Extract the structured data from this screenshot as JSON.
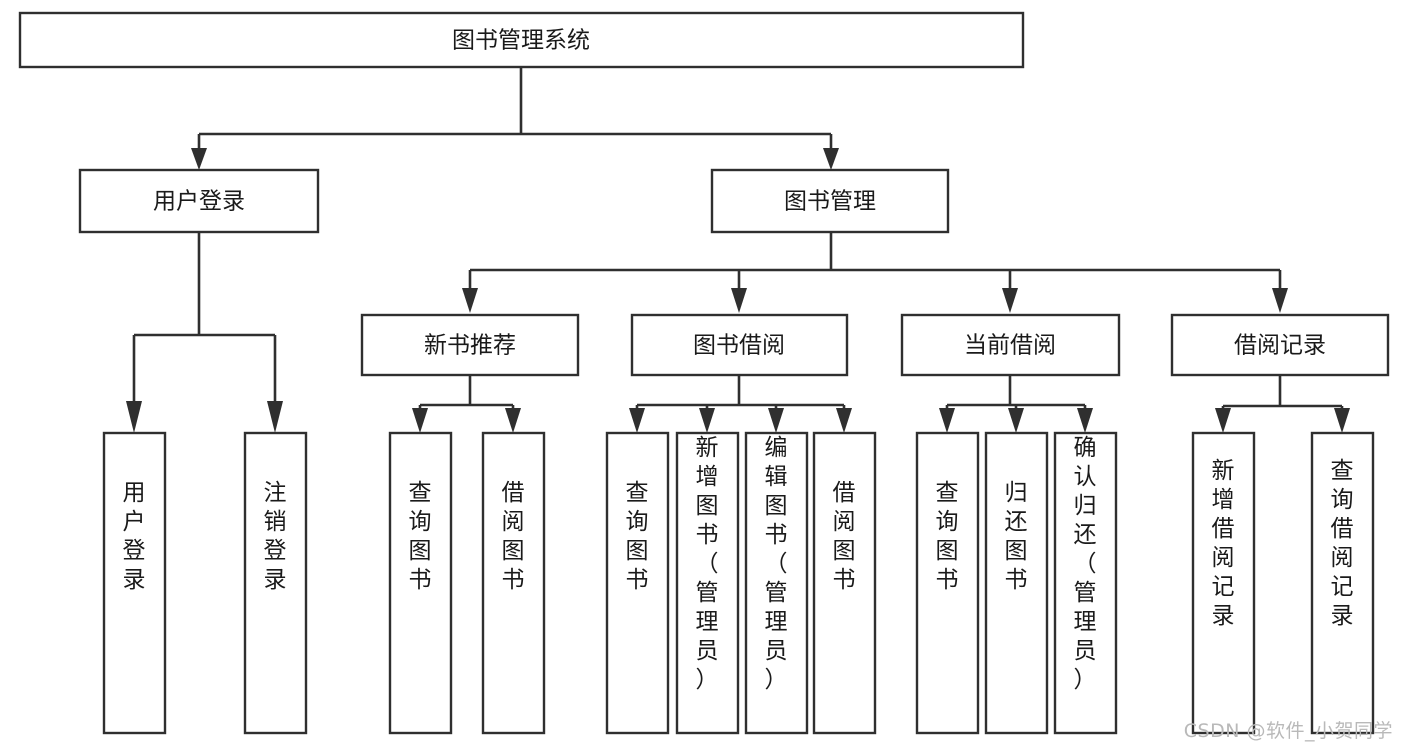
{
  "diagram": {
    "title": "图书管理系统",
    "type": "tree-hierarchy-chart",
    "watermark": "CSDN @软件_小贺同学",
    "nodes": {
      "root": {
        "label": "图书管理系统"
      },
      "level2": [
        {
          "label": "用户登录"
        },
        {
          "label": "图书管理"
        }
      ],
      "level3": [
        {
          "label": "新书推荐"
        },
        {
          "label": "图书借阅"
        },
        {
          "label": "当前借阅"
        },
        {
          "label": "借阅记录"
        }
      ],
      "leaves": {
        "user_login": [
          {
            "label": "用户登录"
          },
          {
            "label": "注销登录"
          }
        ],
        "new_book": [
          {
            "label": "查询图书"
          },
          {
            "label": "借阅图书"
          }
        ],
        "book_borrow": [
          {
            "label": "查询图书"
          },
          {
            "label": "新增图书（管理员）"
          },
          {
            "label": "编辑图书（管理员）"
          },
          {
            "label": "借阅图书"
          }
        ],
        "current_borrow": [
          {
            "label": "查询图书"
          },
          {
            "label": "归还图书"
          },
          {
            "label": "确认归还（管理员）"
          }
        ],
        "borrow_record": [
          {
            "label": "新增借阅记录"
          },
          {
            "label": "查询借阅记录"
          }
        ]
      }
    },
    "colors": {
      "stroke": "#2f2f2f",
      "fill": "#ffffff",
      "text": "#1a1a1a",
      "watermark": "#b9b9b9"
    }
  }
}
